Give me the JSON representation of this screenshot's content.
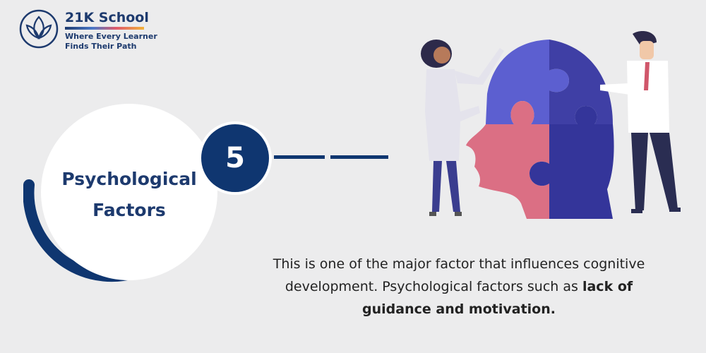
{
  "brand": {
    "name": "21K School",
    "tagline_line1": "Where Every Learner",
    "tagline_line2": "Finds Their Path",
    "colors": {
      "navy": "#1d3a6e",
      "blue": "#4a78c8",
      "pink": "#e05a6b",
      "gold": "#f2b23a"
    }
  },
  "factor": {
    "number": "5",
    "title_line1": "Psychological",
    "title_line2": "Factors"
  },
  "description": {
    "text": "This is one of the major factor that influences cognitive development. Psychological factors such as ",
    "bold": "lack of guidance and motivation."
  },
  "illustration": {
    "icon": "puzzle-head-illustration",
    "colors": {
      "purple_light": "#5c5fd0",
      "purple_dark": "#3f3fa5",
      "pink": "#db6f84",
      "navy": "#0f3670"
    }
  }
}
